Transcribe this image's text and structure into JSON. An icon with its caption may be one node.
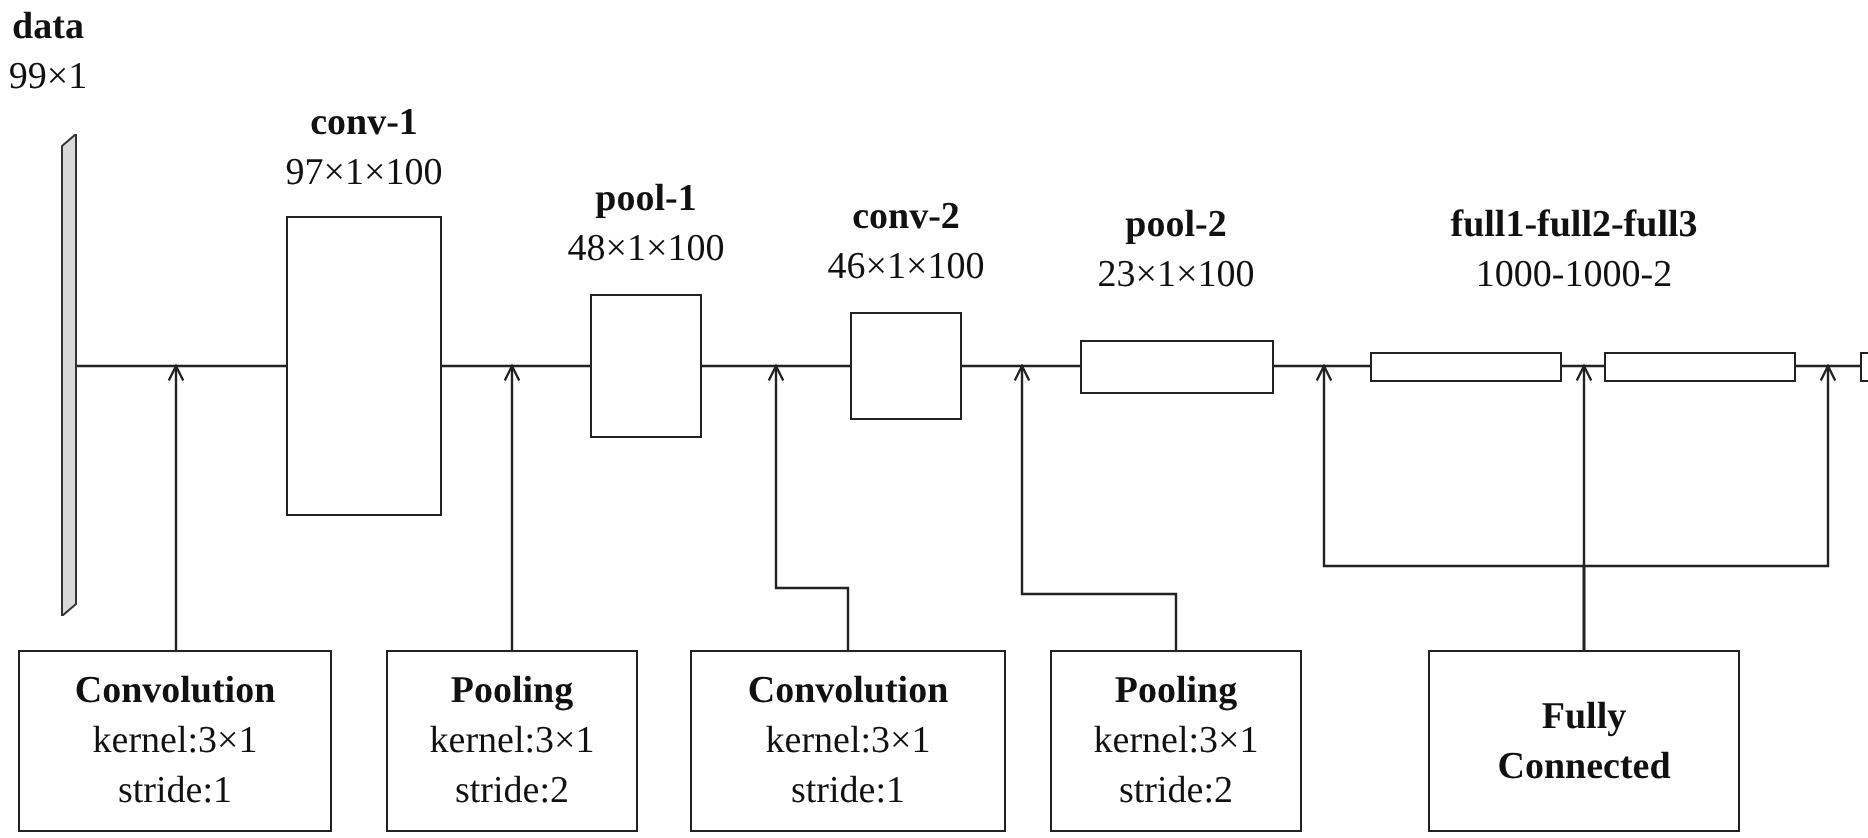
{
  "diagram": {
    "nodes": [
      {
        "text": [
          "data",
          "99×1"
        ]
      },
      {
        "text": [
          "conv-1",
          "97×1×100"
        ]
      },
      {
        "text": [
          "pool-1",
          "48×1×100"
        ]
      },
      {
        "text": [
          "conv-2",
          "46×1×100"
        ]
      },
      {
        "text": [
          "pool-2",
          "23×1×100"
        ]
      },
      {
        "text": [],
        "shape": "box"
      },
      {
        "text": [],
        "shape": "box"
      },
      {
        "text": [],
        "shape": "box"
      },
      {
        "text": [
          "Convolution",
          "kernel:3×1",
          "stride:1"
        ]
      },
      {
        "text": [
          "Pooling",
          "kernel:3×1",
          "stride:2"
        ]
      },
      {
        "text": [
          "Convolution",
          "kernel:3×1",
          "stride:1"
        ]
      },
      {
        "text": [
          "Pooling",
          "kernel:3×1",
          "stride:2"
        ]
      },
      {
        "text": [
          "Fully Connected"
        ]
      }
    ],
    "edges": [
      {
        "from": 0,
        "to": 1,
        "arrow": "none"
      },
      {
        "from": 1,
        "to": 2,
        "arrow": "none"
      },
      {
        "from": 2,
        "to": 3,
        "arrow": "none"
      },
      {
        "from": 3,
        "to": 4,
        "arrow": "none"
      },
      {
        "from": 4,
        "to": 5,
        "arrow": "none"
      },
      {
        "from": 5,
        "to": 6,
        "arrow": "none"
      },
      {
        "from": 6,
        "to": 7,
        "arrow": "none"
      },
      {
        "from": 8,
        "to": null,
        "arrow": "to"
      },
      {
        "from": 9,
        "to": null,
        "arrow": "to"
      },
      {
        "from": 10,
        "to": 3,
        "arrow": "to"
      },
      {
        "from": 11,
        "to": 4,
        "arrow": "to"
      },
      {
        "from": 12,
        "to": 5,
        "arrow": "to"
      },
      {
        "from": 12,
        "to": 6,
        "arrow": "to"
      },
      {
        "from": 12,
        "to": 7,
        "arrow": "to"
      }
    ],
    "labels": [
      "full1-full2-full3",
      "1000-1000-2"
    ]
  }
}
